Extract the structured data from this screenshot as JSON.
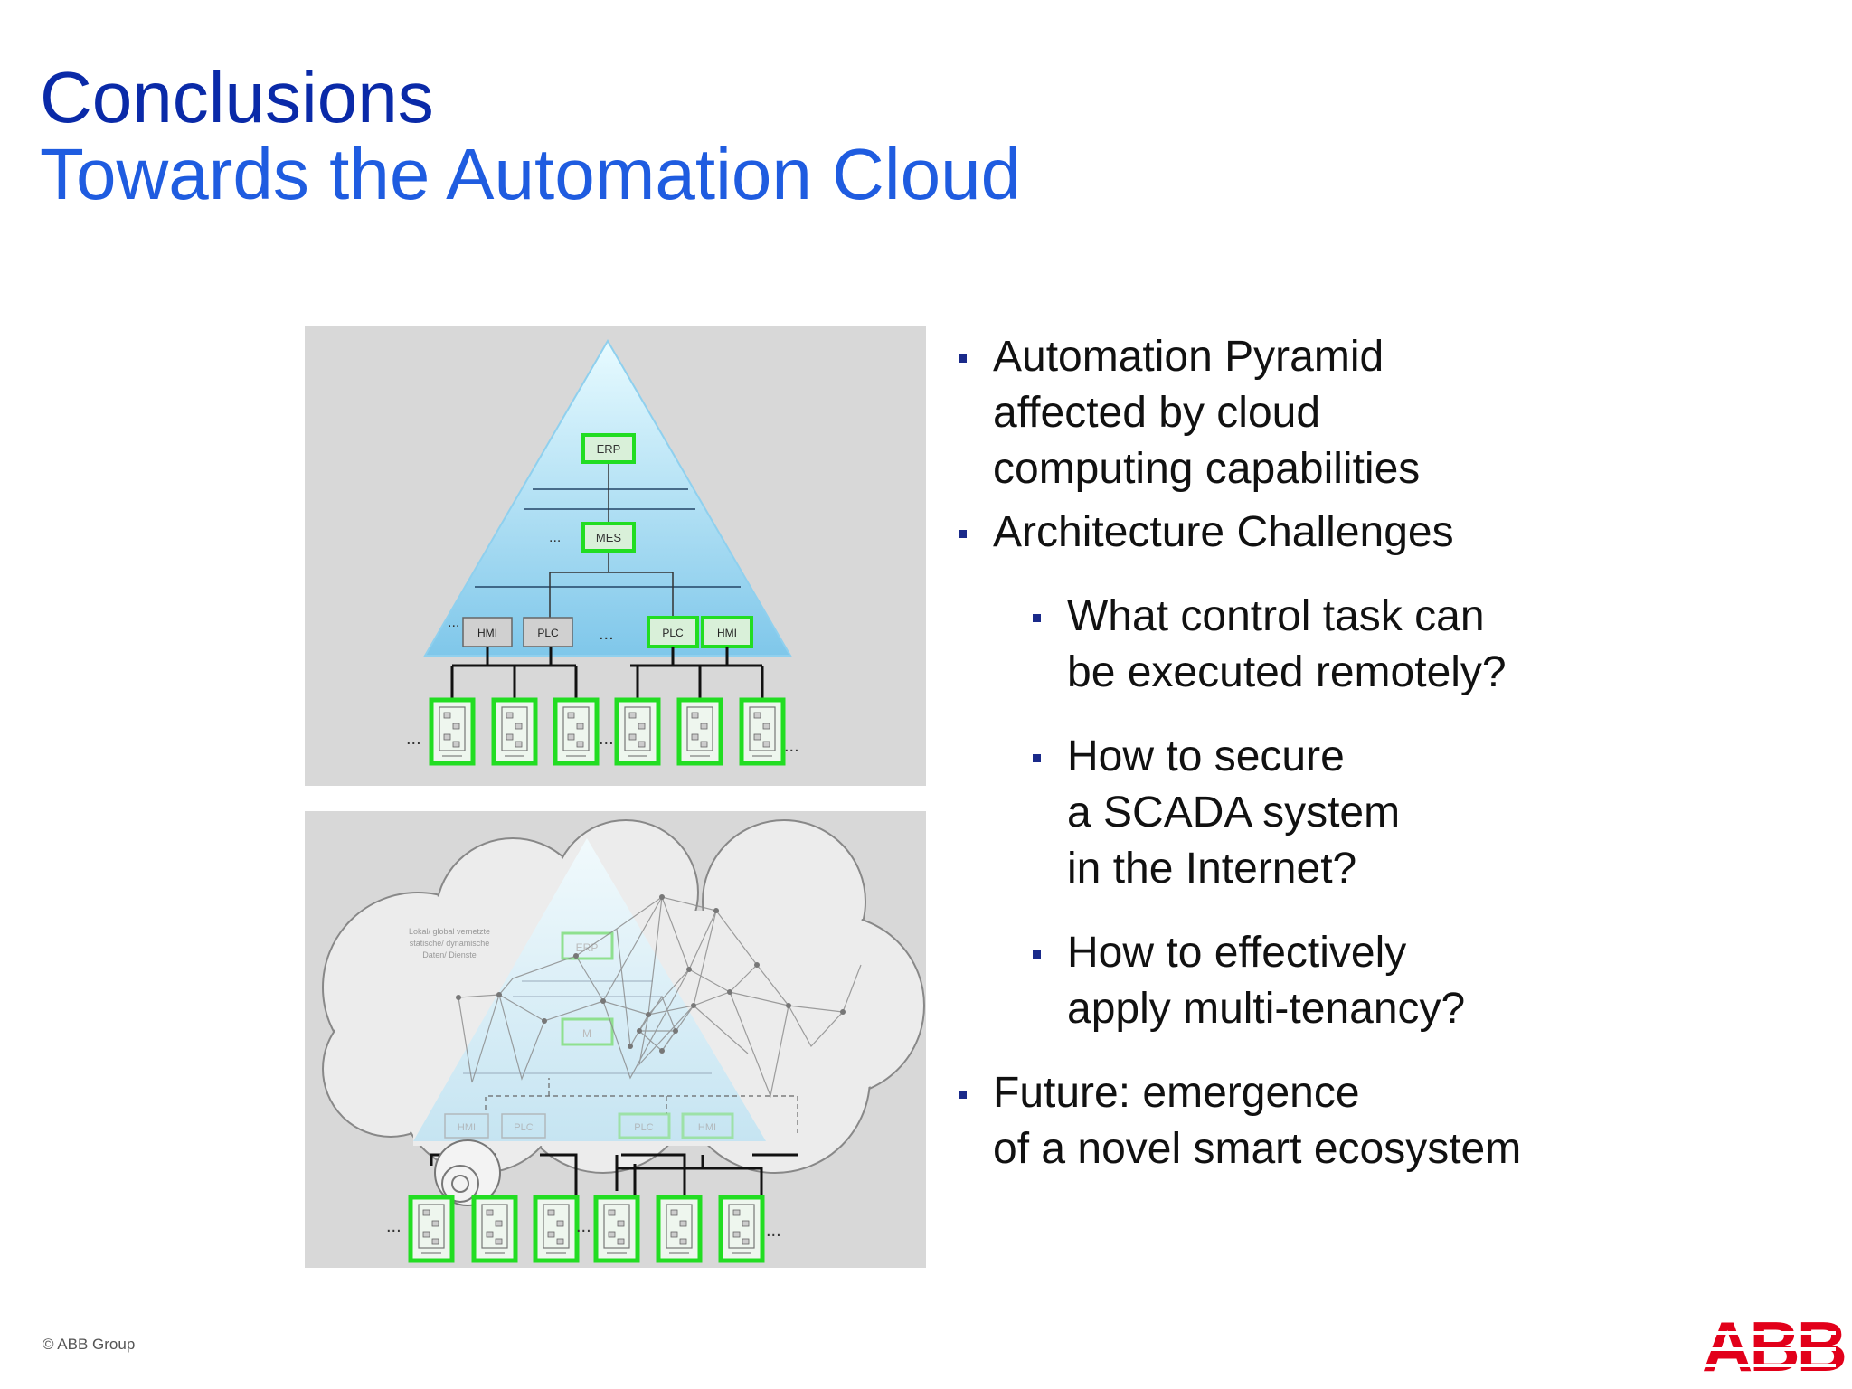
{
  "header": {
    "title": "Conclusions",
    "subtitle": "Towards the Automation Cloud"
  },
  "diagram_top": {
    "levels": [
      "ERP",
      "MES"
    ],
    "controllers": [
      "HMI",
      "PLC",
      "PLC",
      "HMI"
    ],
    "ellipsis": "...",
    "field_device_count": 6
  },
  "diagram_bottom": {
    "note_lines": [
      "Lokal/ global vernetzte",
      "statische/ dynamische",
      "Daten/ Dienste"
    ],
    "faded_levels": [
      "ERP",
      "M"
    ],
    "faded_controllers": [
      "HMI",
      "PLC",
      "PLC",
      "HMI"
    ],
    "field_device_count": 6
  },
  "bullets": [
    {
      "level": 1,
      "lines": [
        "Automation Pyramid",
        "affected by cloud",
        "computing capabilities"
      ]
    },
    {
      "level": 1,
      "lines": [
        "Architecture Challenges"
      ]
    },
    {
      "level": 2,
      "lines": [
        "What control task can",
        "be executed remotely?"
      ]
    },
    {
      "level": 2,
      "lines": [
        "How to secure",
        "a SCADA system",
        "in the Internet?"
      ]
    },
    {
      "level": 2,
      "lines": [
        "How to effectively",
        "apply multi-tenancy?"
      ]
    },
    {
      "level": 1,
      "lines": [
        "Future: emergence",
        "of a novel smart ecosystem"
      ]
    }
  ],
  "footer": {
    "copyright": "© ABB Group"
  },
  "logo": {
    "text": "ABB"
  },
  "colors": {
    "title": "#0a2aa8",
    "subtitle": "#1f5ce0",
    "highlight": "#22dd22",
    "logo": "#e2001a",
    "panel": "#d8d8d8"
  }
}
